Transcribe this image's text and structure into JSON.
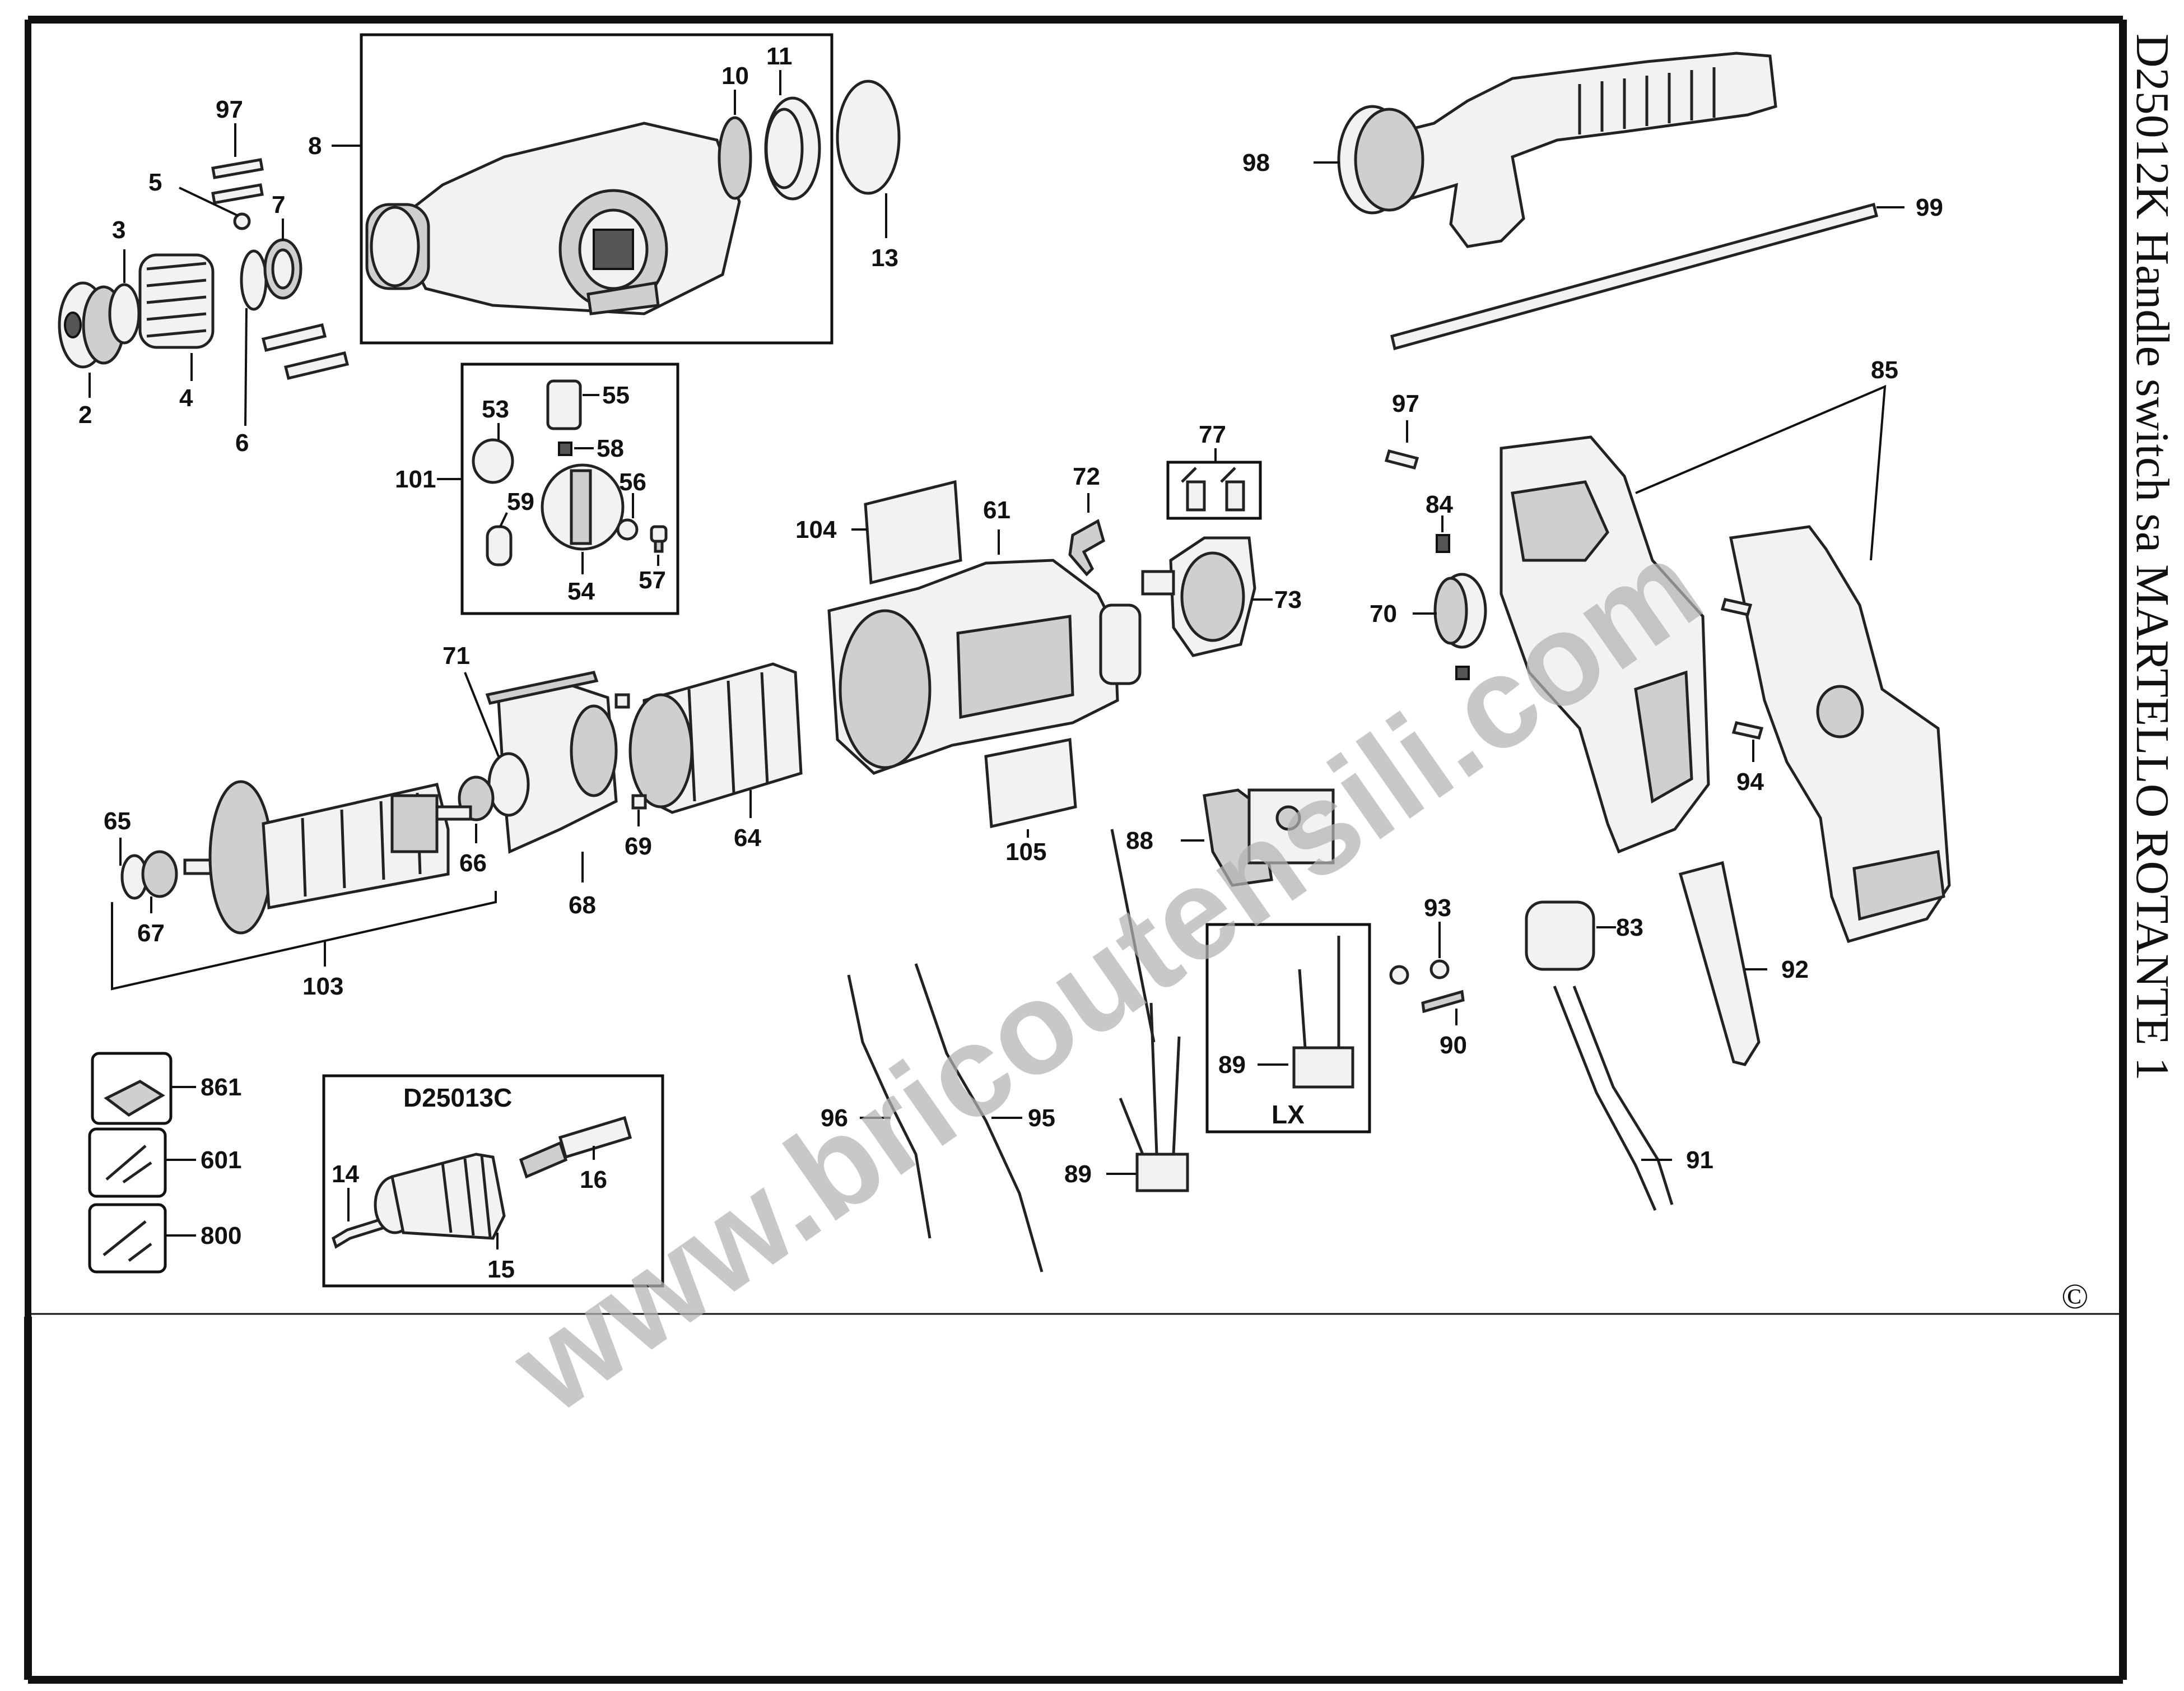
{
  "title": "D25012K  Handle switch sa  MARTELLO ROTANTE 1",
  "watermark": "www.bricoutensili.com",
  "copyright_symbol": "©",
  "part_labels": [
    "2",
    "3",
    "4",
    "5",
    "6",
    "7",
    "8",
    "10",
    "11",
    "13",
    "97",
    "98",
    "99",
    "53",
    "55",
    "58",
    "101",
    "59",
    "56",
    "54",
    "57",
    "104",
    "61",
    "72",
    "77",
    "73",
    "97",
    "84",
    "70",
    "85",
    "94",
    "71",
    "65",
    "66",
    "67",
    "69",
    "64",
    "68",
    "103",
    "105",
    "88",
    "83",
    "92",
    "93",
    "90",
    "89",
    "LX",
    "96",
    "95",
    "89",
    "91",
    "861",
    "601",
    "800",
    "D25013C",
    "14",
    "15",
    "16"
  ],
  "colors": {
    "ink": "#111111",
    "watermark": "#b3b3b3",
    "background": "#ffffff"
  }
}
